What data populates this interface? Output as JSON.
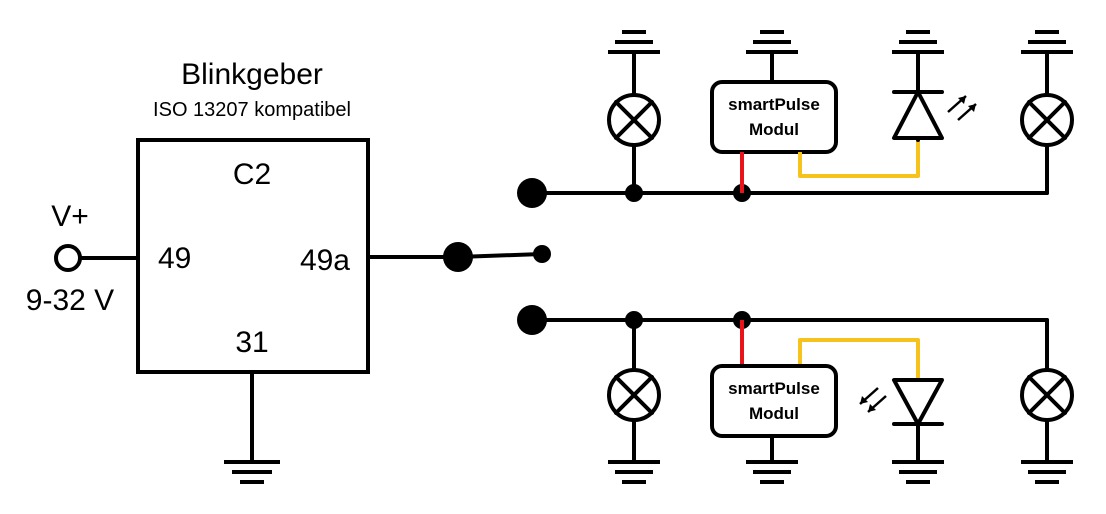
{
  "blinker": {
    "title": "Blinkgeber",
    "subtitle": "ISO 13207 kompatibel",
    "relay_id": "C2",
    "pin_in": "49",
    "pin_out": "49a",
    "pin_gnd": "31"
  },
  "supply": {
    "label": "V+",
    "range": "9-32 V"
  },
  "modules": [
    {
      "line1": "smartPulse",
      "line2": "Modul"
    },
    {
      "line1": "smartPulse",
      "line2": "Modul"
    }
  ],
  "colors": {
    "wire": "#000000",
    "module_power": "#e8141c",
    "module_signal": "#f6c21c"
  },
  "icons": [
    "lamp-icon",
    "led-icon",
    "ground-icon",
    "switch-icon",
    "terminal-icon"
  ]
}
